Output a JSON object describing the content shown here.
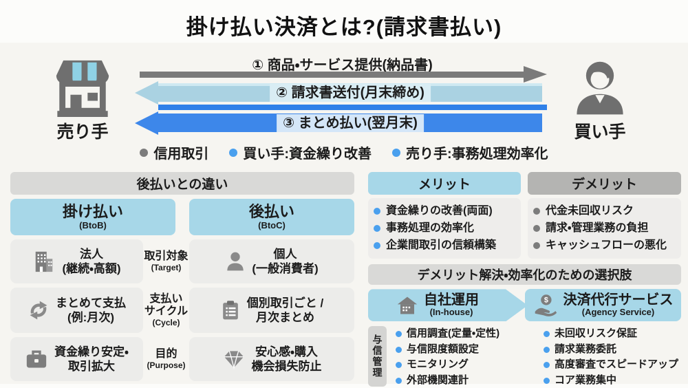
{
  "title": "掛け払い決済とは?(請求書払い)",
  "flow": {
    "seller_label": "売り手",
    "buyer_label": "買い手",
    "arrows": [
      {
        "label": "① 商品・サービス提供(納品書)",
        "direction": "right",
        "color": "#7a7a7a"
      },
      {
        "label": "② 請求書送付(月末締め)",
        "direction": "left",
        "color": "#aad2e2"
      },
      {
        "label": "③ まとめ払い(翌月末)",
        "direction": "left",
        "color": "#3d87ea"
      }
    ],
    "bullets": [
      {
        "label": "信用取引",
        "color": "gray"
      },
      {
        "label": "買い手:資金繰り改善",
        "color": "blue"
      },
      {
        "label": "売り手:事務処理効率化",
        "color": "blue"
      }
    ]
  },
  "comparison": {
    "header": "後払いとの違い",
    "columns": [
      {
        "title": "掛け払い",
        "subtitle": "(BtoB)"
      },
      {
        "title": "後払い",
        "subtitle": "(BtoC)"
      }
    ],
    "rows": [
      {
        "criterion": {
          "line1": "取引対象",
          "en": "(Target)"
        },
        "left": {
          "line1": "法人",
          "line2": "(継続・高額)",
          "icon": "building-icon"
        },
        "right": {
          "line1": "個人",
          "line2": "(一般消費者)",
          "icon": "person-icon"
        }
      },
      {
        "criterion": {
          "line1": "支払い",
          "line2": "サイクル",
          "en": "(Cycle)"
        },
        "left": {
          "line1": "まとめて支払",
          "line2": "(例:月次)",
          "icon": "cycle-icon"
        },
        "right": {
          "line1": "個別取引ごと /",
          "line2": "月次まとめ",
          "icon": "clipboard-icon"
        }
      },
      {
        "criterion": {
          "line1": "目的",
          "en": "(Purpose)"
        },
        "left": {
          "line1": "資金繰り安定・",
          "line2": "取引拡大",
          "icon": "briefcase-icon"
        },
        "right": {
          "line1": "安心感・購入",
          "line2": "機会損失防止",
          "icon": "diamond-icon"
        }
      }
    ]
  },
  "merits": {
    "header": "メリット",
    "items": [
      "資金繰りの改善(両面)",
      "事務処理の効率化",
      "企業間取引の信頼構築"
    ]
  },
  "demerits": {
    "header": "デメリット",
    "items": [
      "代金未回収リスク",
      "請求・管理業務の負担",
      "キャッシュフローの悪化"
    ]
  },
  "solutions": {
    "header": "デメリット解決・効率化のための選択肢",
    "inhouse": {
      "title": "自社運用",
      "subtitle": "(In-house)"
    },
    "agency": {
      "title": "決済代行サービス",
      "subtitle": "(Agency Service)"
    },
    "side_label": "与信管理",
    "inhouse_items": [
      "信用調査(定量・定性)",
      "与信限度額設定",
      "モニタリング",
      "外部機関連計"
    ],
    "agency_items": [
      "未回収リスク保証",
      "請求業務委託",
      "高度審査でスピードアップ",
      "コア業務集中"
    ]
  },
  "colors": {
    "accent_blue": "#3d87ea",
    "light_blue_header": "#a7d7e8",
    "pale_blue_arrow": "#aad2e2",
    "gray_arrow": "#7a7a7a",
    "header_gray": "#d9d9d7",
    "demerit_header_gray": "#b4b4b2",
    "cell_gray": "#ececea",
    "bullet_blue": "#4aa0ee",
    "bullet_gray": "#8b8b8b"
  }
}
